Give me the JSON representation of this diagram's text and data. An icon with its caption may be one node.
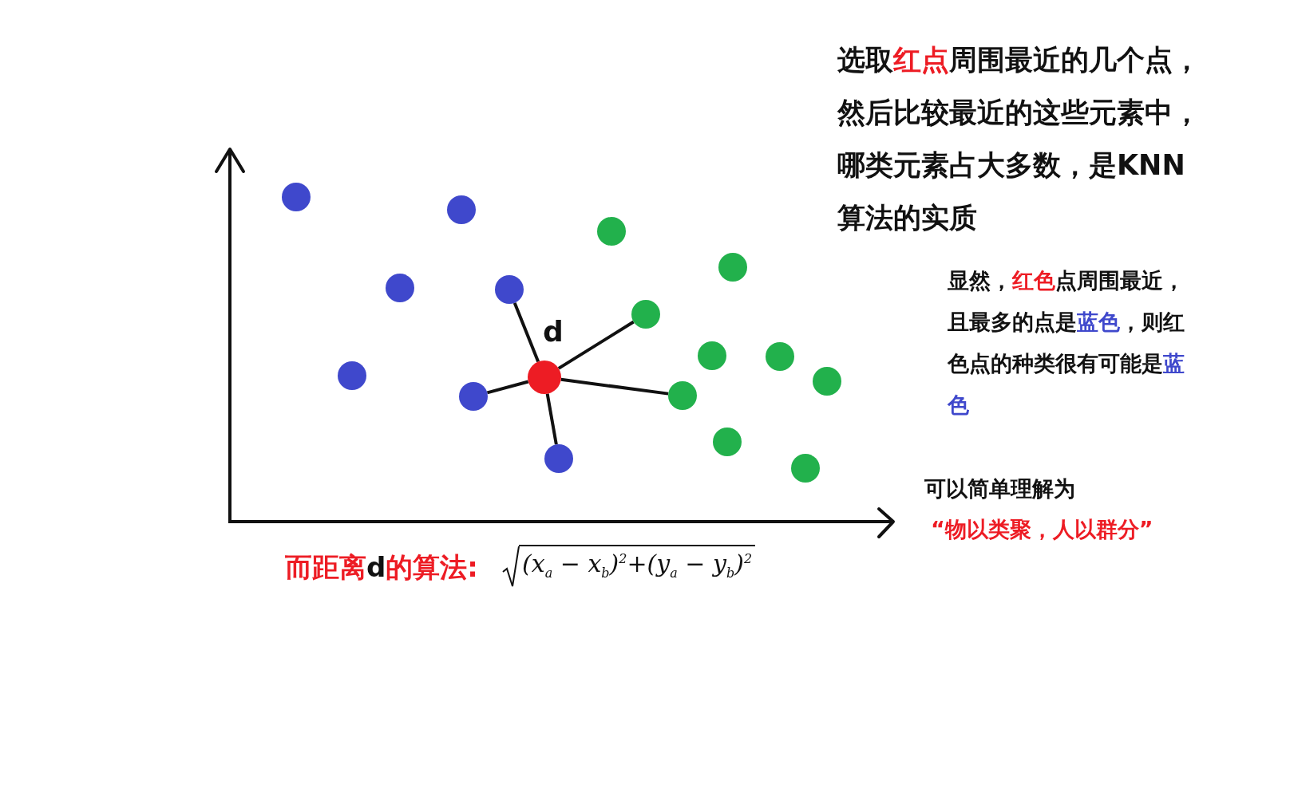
{
  "diagram": {
    "nodes": [
      {
        "text": [],
        "shape": "circle"
      },
      {
        "text": [],
        "shape": "circle"
      },
      {
        "text": [],
        "shape": "circle"
      },
      {
        "text": [],
        "shape": "circle"
      },
      {
        "text": [],
        "shape": "circle"
      },
      {
        "text": [],
        "shape": "circle"
      },
      {
        "text": [],
        "shape": "circle"
      },
      {
        "text": [],
        "shape": "circle"
      },
      {
        "text": [],
        "shape": "circle"
      },
      {
        "text": [],
        "shape": "circle"
      },
      {
        "text": [],
        "shape": "circle"
      },
      {
        "text": [],
        "shape": "circle"
      },
      {
        "text": [],
        "shape": "circle"
      },
      {
        "text": [],
        "shape": "circle"
      },
      {
        "text": [],
        "shape": "circle"
      },
      {
        "text": [],
        "shape": "circle"
      },
      {
        "text": [],
        "shape": "circle"
      }
    ],
    "edges": [
      {
        "from": 10,
        "to": 5,
        "arrow": "none"
      },
      {
        "from": 10,
        "to": 6,
        "arrow": "none"
      },
      {
        "from": 10,
        "to": 12,
        "arrow": "none"
      },
      {
        "from": 10,
        "to": 13,
        "arrow": "none"
      },
      {
        "from": 10,
        "to": 15,
        "arrow": "none"
      }
    ],
    "labels": [
      "选取",
      "红点",
      "周围最近的几个点，然后比较最近的这些元素中，哪类元素占大多数，是KNN算法的实质",
      "d",
      "显然，",
      "红色",
      "点周围最近，且最多的点是",
      "蓝色",
      "，则红色点的种类很有可能是",
      "蓝色",
      "可以简单理解为",
      "“物以类聚，人以群分”",
      "而距离",
      "d",
      "的算法:",
      "(x$_{a}$ − x$_{b}$)$^{2}$+(y$_{a}$ − y$_{b}$)$^{2}$"
    ]
  }
}
